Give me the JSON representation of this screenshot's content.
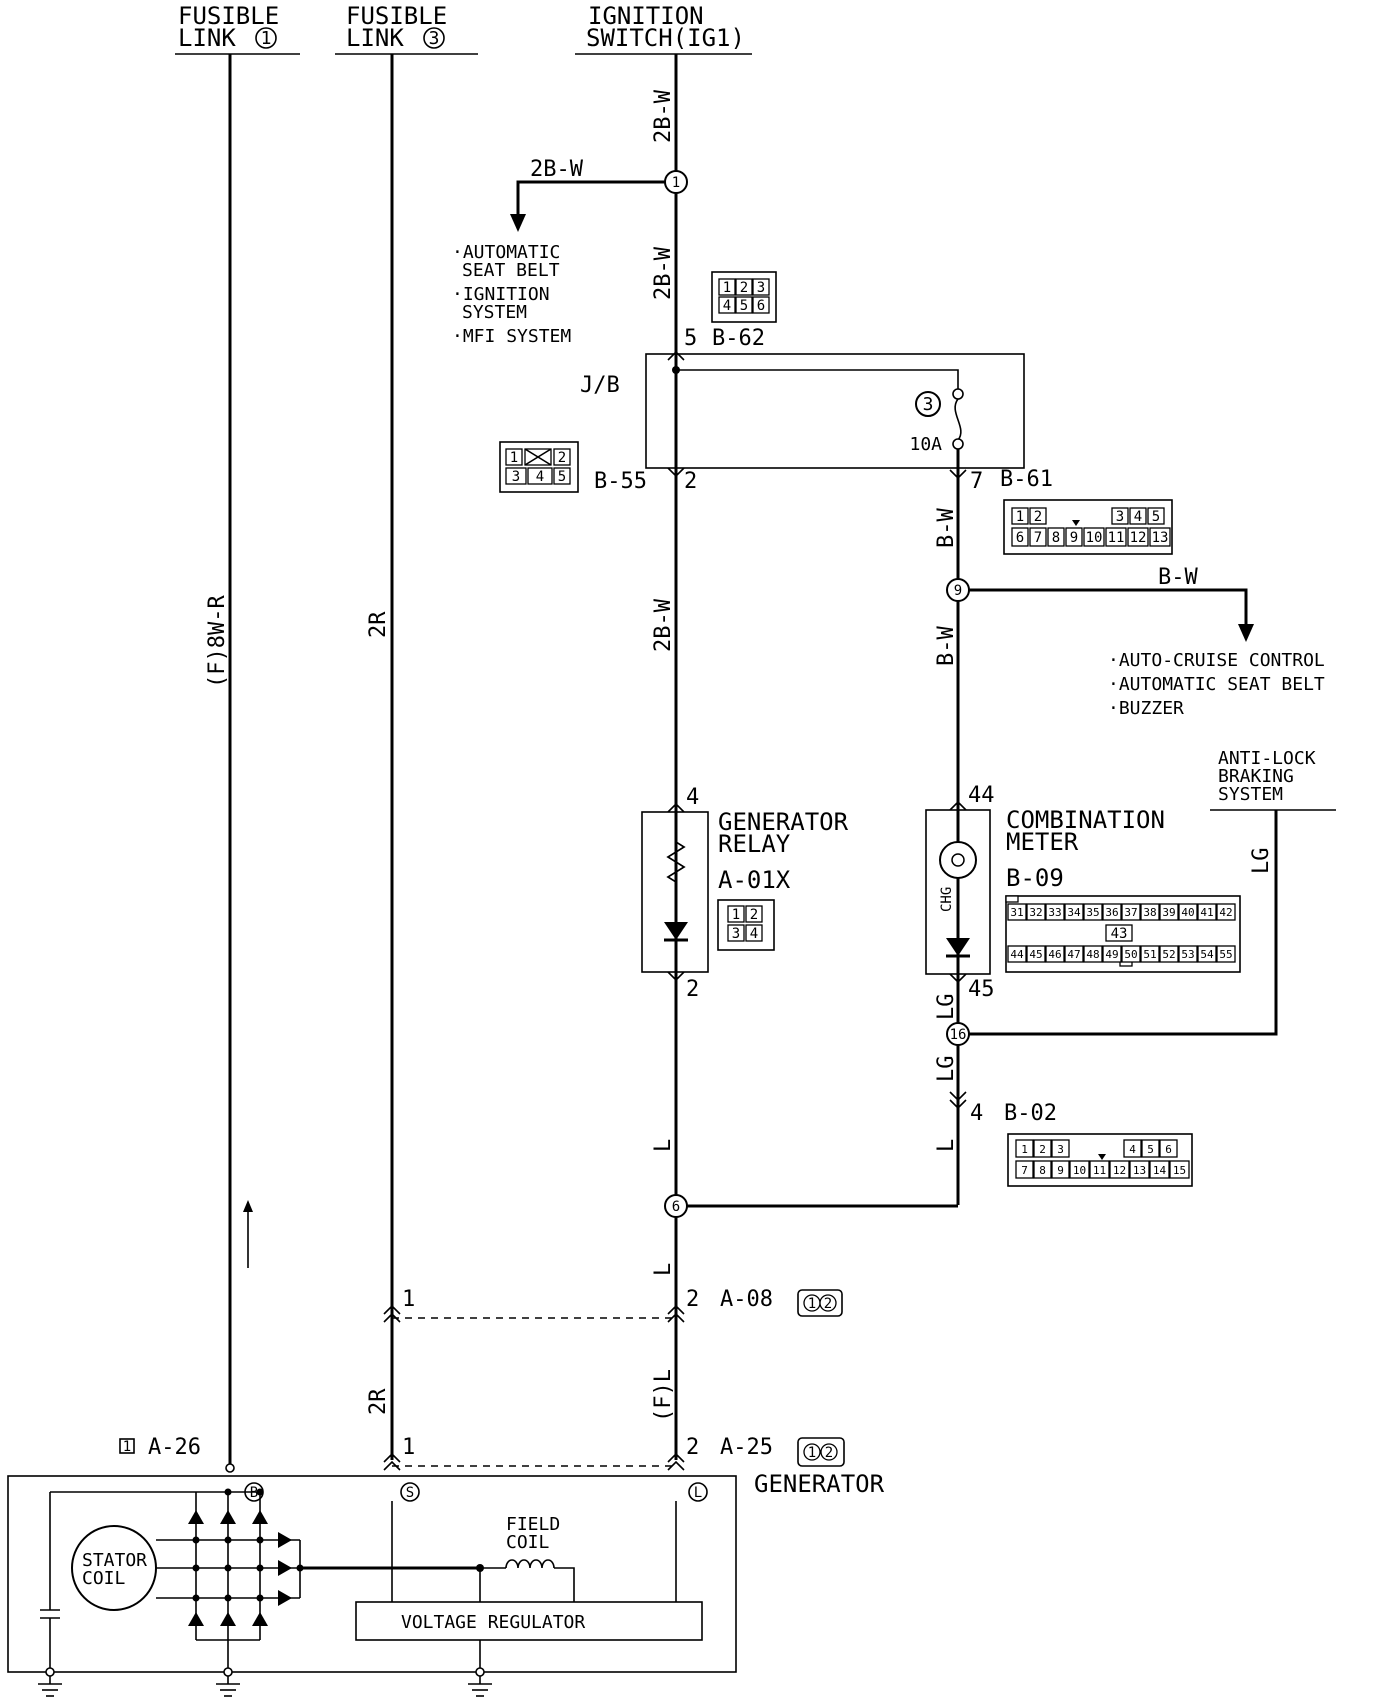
{
  "sources": {
    "fusible_link_1": {
      "line1": "FUSIBLE",
      "line2": "LINK",
      "num": "1"
    },
    "fusible_link_3": {
      "line1": "FUSIBLE",
      "line2": "LINK",
      "num": "3"
    },
    "ignition_switch": {
      "line1": "IGNITION",
      "line2": "SWITCH(IG1)"
    }
  },
  "wires": {
    "fl1": "(F)8W-R",
    "fl3": "2R",
    "fl3_lower": "2R",
    "ig_top": "2B-W",
    "ig_branch": "2B-W",
    "ig_mid": "2B-W",
    "ig_low": "2B-W",
    "relay_to_splice": "L",
    "splice_to_a08": "L",
    "a08_to_a25": "(F)L",
    "b61_top": "B-W",
    "b61_mid": "B-W",
    "b61_branch": "B-W",
    "meter_out": "LG",
    "b02_in": "LG",
    "b02_out": "L",
    "abs_wire": "LG"
  },
  "splices": {
    "s1": "1",
    "s9": "9",
    "s16": "16",
    "s6": "6",
    "s3": "3"
  },
  "branch_ig": {
    "items": [
      "AUTOMATIC",
      "SEAT BELT",
      "IGNITION",
      "SYSTEM",
      "MFI SYSTEM"
    ]
  },
  "branch_bw": {
    "items": [
      "AUTO-CRUISE CONTROL",
      "AUTOMATIC SEAT BELT",
      "BUZZER"
    ]
  },
  "connectors": {
    "b62": {
      "id": "B-62",
      "pin": "5",
      "cells": [
        "1",
        "2",
        "3",
        "4",
        "5",
        "6"
      ]
    },
    "b55": {
      "id": "B-55",
      "pin": "2",
      "cells": [
        "1",
        "2",
        "3",
        "4",
        "5"
      ]
    },
    "b61": {
      "id": "B-61",
      "pin": "7",
      "cells_top": [
        "1",
        "2",
        "3",
        "4",
        "5"
      ],
      "cells_bottom": [
        "6",
        "7",
        "8",
        "9",
        "10",
        "11",
        "12",
        "13"
      ]
    },
    "a01x": {
      "id": "A-01X",
      "pin_top": "4",
      "pin_bottom": "2",
      "cells": [
        "1",
        "2",
        "3",
        "4"
      ]
    },
    "b09": {
      "id": "B-09",
      "pin_top": "44",
      "pin_bottom": "45",
      "cells_top": [
        "31",
        "32",
        "33",
        "34",
        "35",
        "36",
        "37",
        "38",
        "39",
        "40",
        "41",
        "42"
      ],
      "cell_mid": "43",
      "cells_bottom": [
        "44",
        "45",
        "46",
        "47",
        "48",
        "49",
        "50",
        "51",
        "52",
        "53",
        "54",
        "55"
      ]
    },
    "b02": {
      "id": "B-02",
      "pin": "4",
      "cells_top": [
        "1",
        "2",
        "3",
        "4",
        "5",
        "6"
      ],
      "cells_bottom": [
        "7",
        "8",
        "9",
        "10",
        "11",
        "12",
        "13",
        "14",
        "15"
      ]
    },
    "a08": {
      "id": "A-08",
      "pin_left": "1",
      "pin_right": "2",
      "cells": [
        "1",
        "2"
      ]
    },
    "a25": {
      "id": "A-25",
      "pin_left": "1",
      "pin_right": "2",
      "cells": [
        "1",
        "2"
      ]
    },
    "a26": {
      "id": "A-26",
      "mark": "1"
    }
  },
  "jb": {
    "label": "J/B",
    "fuse_rating": "10A"
  },
  "components": {
    "generator_relay": {
      "line1": "GENERATOR",
      "line2": "RELAY"
    },
    "combination_meter": {
      "line1": "COMBINATION",
      "line2": "METER",
      "chg": "CHG"
    },
    "abs": {
      "line1": "ANTI-LOCK",
      "line2": "BRAKING",
      "line3": "SYSTEM"
    },
    "generator": {
      "label": "GENERATOR",
      "term_b": "B",
      "term_s": "S",
      "term_l": "L",
      "stator_line1": "STATOR",
      "stator_line2": "COIL",
      "field_line1": "FIELD",
      "field_line2": "COIL",
      "regulator": "VOLTAGE REGULATOR"
    }
  }
}
